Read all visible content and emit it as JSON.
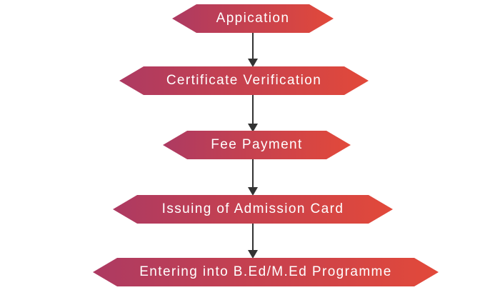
{
  "steps": [
    {
      "label": "Appication"
    },
    {
      "label": "Certificate Verification"
    },
    {
      "label": "Fee Payment"
    },
    {
      "label": "Issuing of Admission Card"
    },
    {
      "label": "Entering into B.Ed/M.Ed Programme"
    }
  ],
  "colors": {
    "gradient_start": "#ad3a62",
    "gradient_end": "#e2493a",
    "arrow": "#333333"
  }
}
